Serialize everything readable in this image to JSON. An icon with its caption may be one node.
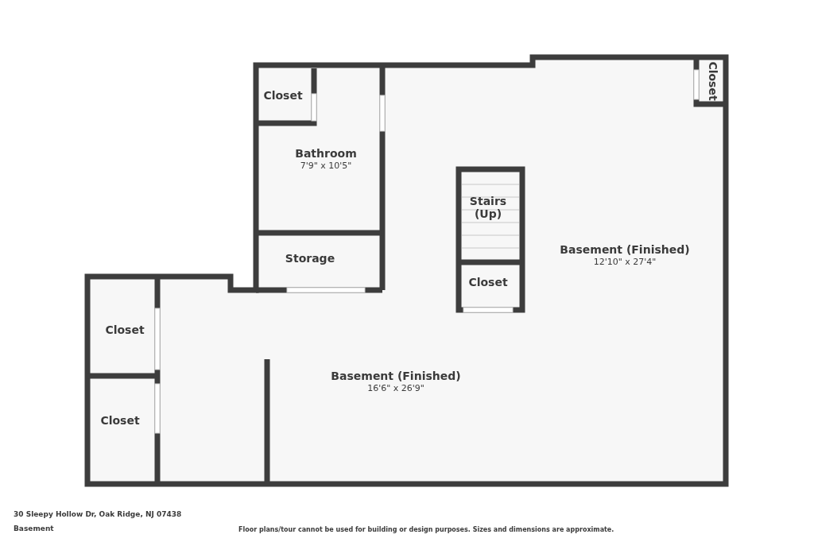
{
  "diagram": {
    "title": "Basement",
    "nodes": [
      {
        "text": [
          "Closet"
        ]
      },
      {
        "text": [
          "Closet"
        ]
      },
      {
        "text": [
          "Bathroom",
          "7'9\" x 10'5\""
        ]
      },
      {
        "text": [
          "Stairs (Up)"
        ]
      },
      {
        "text": [
          "Storage"
        ]
      },
      {
        "text": [
          "Basement (Finished)",
          "12'10\" x 27'4\""
        ]
      },
      {
        "text": [
          "Closet"
        ]
      },
      {
        "text": [
          "Closet"
        ]
      },
      {
        "text": [
          "Basement (Finished)",
          "16'6\" x 26'9\""
        ]
      },
      {
        "text": [
          "Closet"
        ]
      }
    ],
    "labels": [
      "30 Sleepy Hollow Dr, Oak Ridge, NJ 07438",
      "Floor plans/tour cannot be used for building or design purposes. Sizes and dimensions are approximate."
    ]
  }
}
